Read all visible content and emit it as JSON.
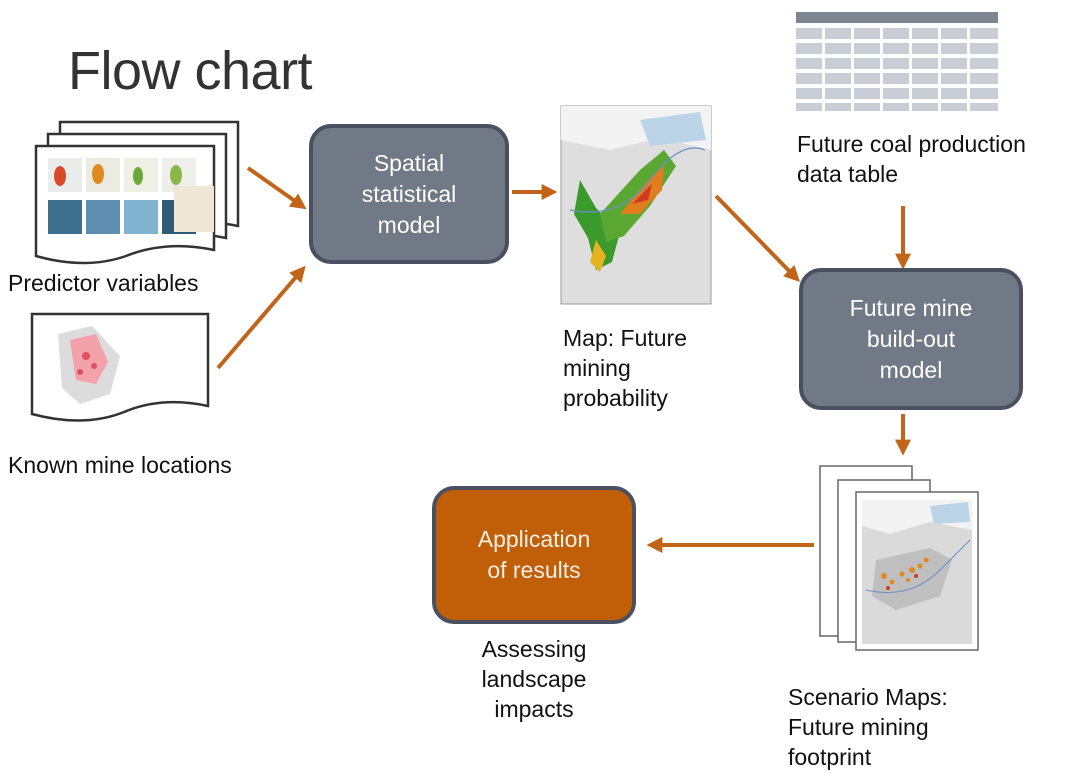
{
  "title": "Flow chart",
  "nodes": {
    "predictor_variables": "Predictor variables",
    "known_mine_locations": "Known mine locations",
    "spatial_model": "Spatial\nstatistical\nmodel",
    "probability_map": "Map: Future\nmining\nprobability",
    "coal_table": "Future coal production\ndata table",
    "buildout_model": "Future mine\nbuild-out\nmodel",
    "scenario_maps": "Scenario Maps:\nFuture mining\nfootprint",
    "application": "Application\nof results",
    "landscape": "Assessing\nlandscape\nimpacts"
  },
  "colors": {
    "arrow": "#c0651a",
    "model_box": "#717886",
    "model_border": "#4a5060",
    "application_box": "#c05f08",
    "table_header": "#7d8591",
    "table_cells": "#c9ced6"
  }
}
